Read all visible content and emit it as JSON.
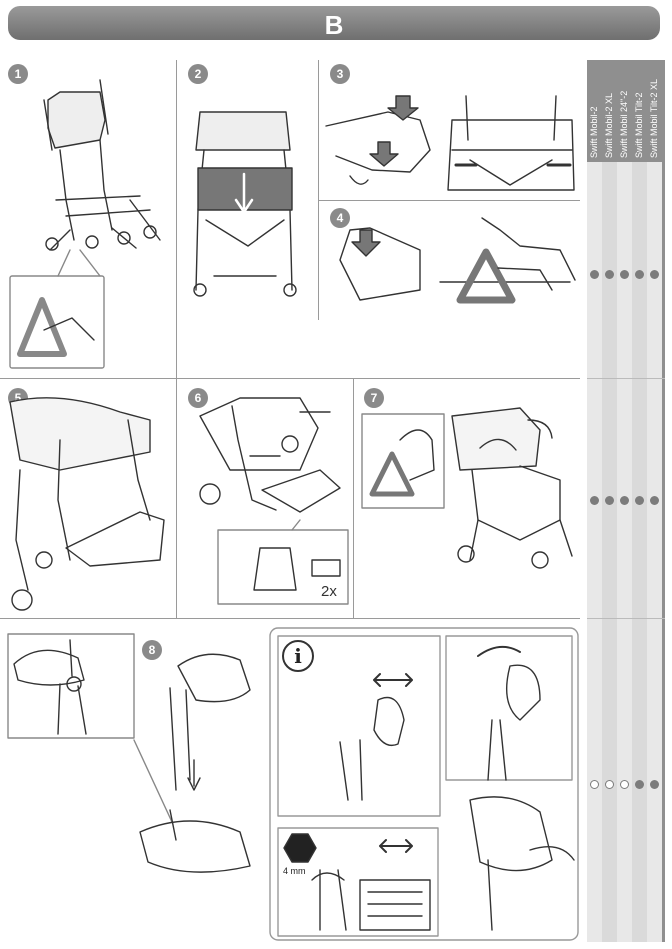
{
  "section_title": "B",
  "steps": [
    "1",
    "2",
    "3",
    "4",
    "5",
    "6",
    "7",
    "8"
  ],
  "info_symbol": "i",
  "quantity_label": "2x",
  "tool_label": "4 mm",
  "models": [
    "Swift Mobil-2",
    "Swift Mobil-2 XL",
    "Swift Mobil 24\"-2",
    "Swift Mobil Tilt-2",
    "Swift Mobil Tilt-2 XL"
  ],
  "compatibility_rows": [
    {
      "step_group": "1-4",
      "dots": [
        "filled",
        "filled",
        "filled",
        "filled",
        "filled"
      ]
    },
    {
      "step_group": "5-7",
      "dots": [
        "filled",
        "filled",
        "filled",
        "filled",
        "filled"
      ]
    },
    {
      "step_group": "8",
      "dots": [
        "open",
        "open",
        "open",
        "filled",
        "filled"
      ]
    }
  ]
}
